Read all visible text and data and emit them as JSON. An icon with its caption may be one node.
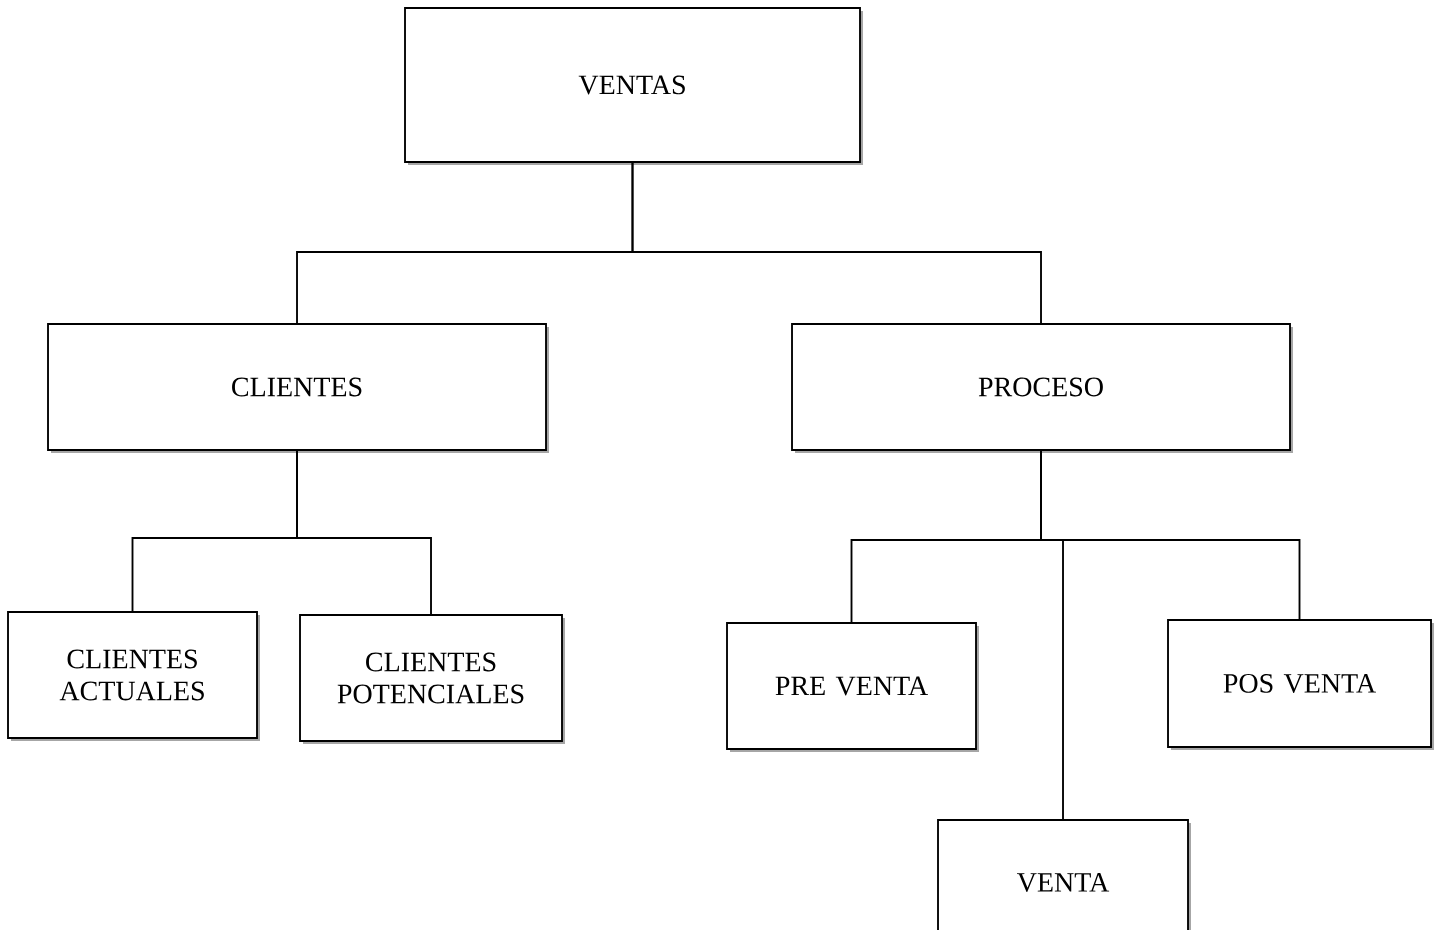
{
  "diagram": {
    "nodes": [
      {
        "text": [
          "VENTAS"
        ]
      },
      {
        "text": [
          "CLIENTES"
        ]
      },
      {
        "text": [
          "PROCESO"
        ]
      },
      {
        "text": [
          "CLIENTES ACTUALES"
        ]
      },
      {
        "text": [
          "CLIENTES POTENCIALES"
        ]
      },
      {
        "text": [
          "PRE VENTA"
        ]
      },
      {
        "text": [
          "POS VENTA"
        ]
      },
      {
        "text": [
          "VENTA"
        ]
      }
    ],
    "edges": [
      {
        "from": 0,
        "to": 1,
        "arrow": "none"
      },
      {
        "from": 0,
        "to": 2,
        "arrow": "none"
      },
      {
        "from": 1,
        "to": 3,
        "arrow": "none"
      },
      {
        "from": 1,
        "to": 4,
        "arrow": "none"
      },
      {
        "from": 2,
        "to": 5,
        "arrow": "none"
      },
      {
        "from": 2,
        "to": 6,
        "arrow": "none"
      },
      {
        "from": 2,
        "to": 7,
        "arrow": "none"
      }
    ]
  }
}
